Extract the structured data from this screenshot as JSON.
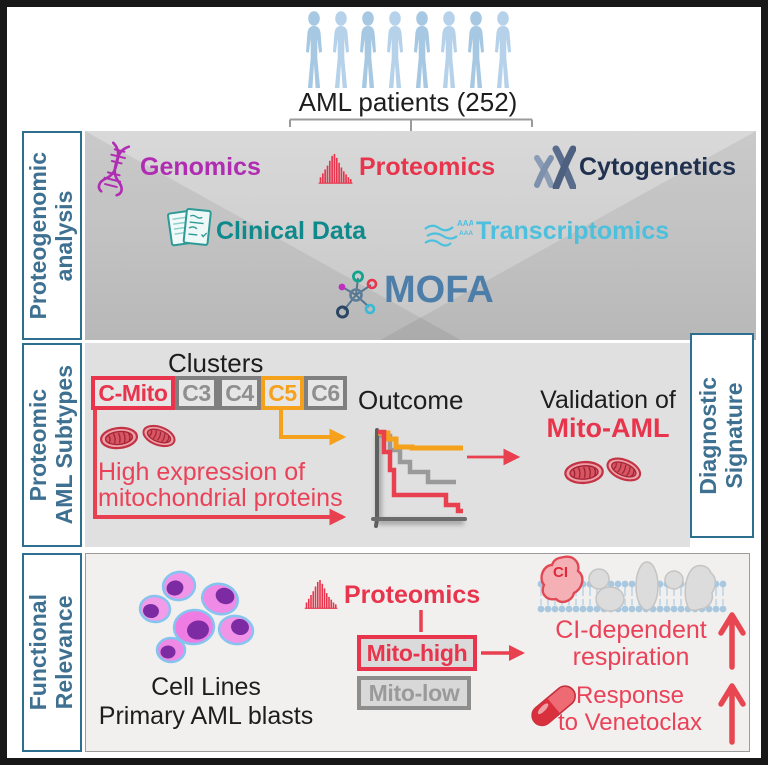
{
  "header": {
    "patients_label": "AML patients (252)"
  },
  "colors": {
    "red": "#e8344c",
    "orange": "#f5a11c",
    "magenta": "#b02cb2",
    "navy": "#20304f",
    "teal": "#0f8a8c",
    "cyan": "#4cc0dd",
    "steel_blue": "#4d7da9",
    "sidebar_blue": "#3e7191",
    "gray": "#8f8f8f",
    "silhouette_blue": "#a6c8e2"
  },
  "panel_proteogenomic": {
    "sidebar": {
      "line1": "Proteogenomic",
      "line2": "analysis"
    },
    "genomics": "Genomics",
    "proteomics": "Proteomics",
    "cytogenetics": "Cytogenetics",
    "clinical_data": "Clinical Data",
    "transcriptomics": "Transcriptomics",
    "mofa": "MOFA",
    "rna_tail": "AAA"
  },
  "panel_subtypes": {
    "sidebar": {
      "line1": "Proteomic",
      "line2": "AML Subtypes"
    },
    "clusters_title": "Clusters",
    "clusters": [
      "C-Mito",
      "C3",
      "C4",
      "C5",
      "C6"
    ],
    "high_expression": {
      "line1": "High expression of",
      "line2": "mitochondrial proteins"
    },
    "outcome": "Outcome",
    "validation": {
      "line1": "Validation of",
      "line2": "Mito-AML"
    },
    "right_sidebar": {
      "line1": "Diagnostic",
      "line2": "Signature"
    }
  },
  "panel_functional": {
    "sidebar": {
      "line1": "Functional",
      "line2": "Relevance"
    },
    "cells_label": {
      "line1": "Cell Lines",
      "line2": "Primary AML blasts"
    },
    "proteomics": "Proteomics",
    "mito_high": "Mito-high",
    "mito_low": "Mito-low",
    "complex1": "CI",
    "respiration": {
      "line1": "CI-dependent",
      "line2": "respiration"
    },
    "venetoclax": {
      "line1": "Response",
      "line2": "to Venetoclax"
    }
  }
}
